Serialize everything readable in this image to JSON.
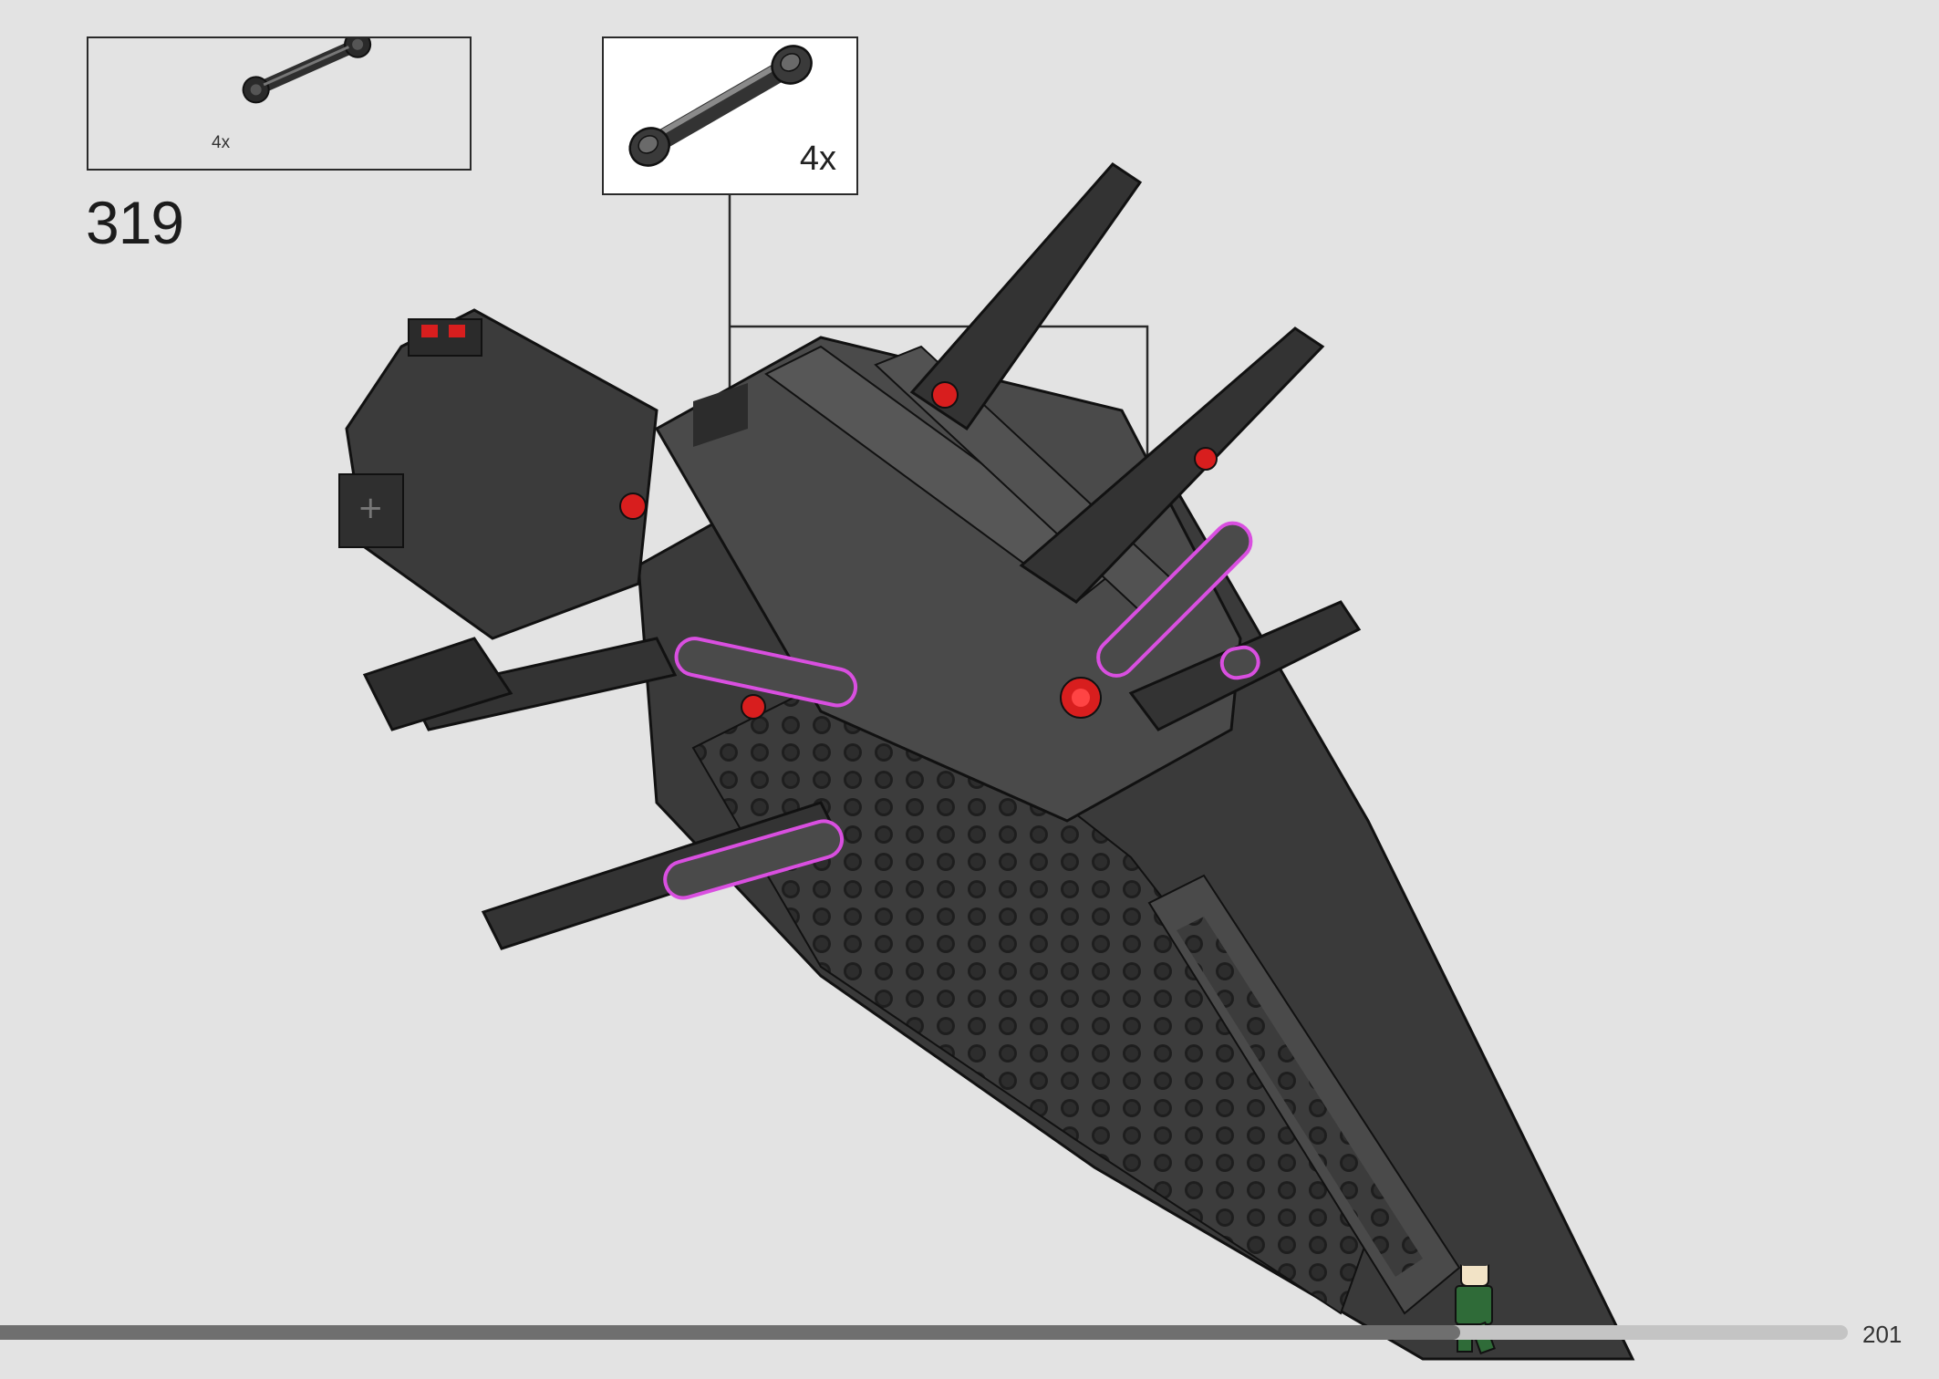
{
  "parts_list": {
    "items": [
      {
        "part": "technic-link",
        "quantity_label": "4x"
      }
    ]
  },
  "callout": {
    "part": "technic-link",
    "quantity_label": "4x"
  },
  "step": {
    "number": "319"
  },
  "model": {
    "description_icon": "brick-assembly-illustration",
    "highlight_color": "#d94fe0",
    "part_color": "#3a3a3a",
    "pin_color": "#d81e1e"
  },
  "footer": {
    "page_number": "201",
    "progress_fraction": 0.79,
    "colors": {
      "fill": "#6f6f6f",
      "track": "#c4c4c4"
    }
  }
}
